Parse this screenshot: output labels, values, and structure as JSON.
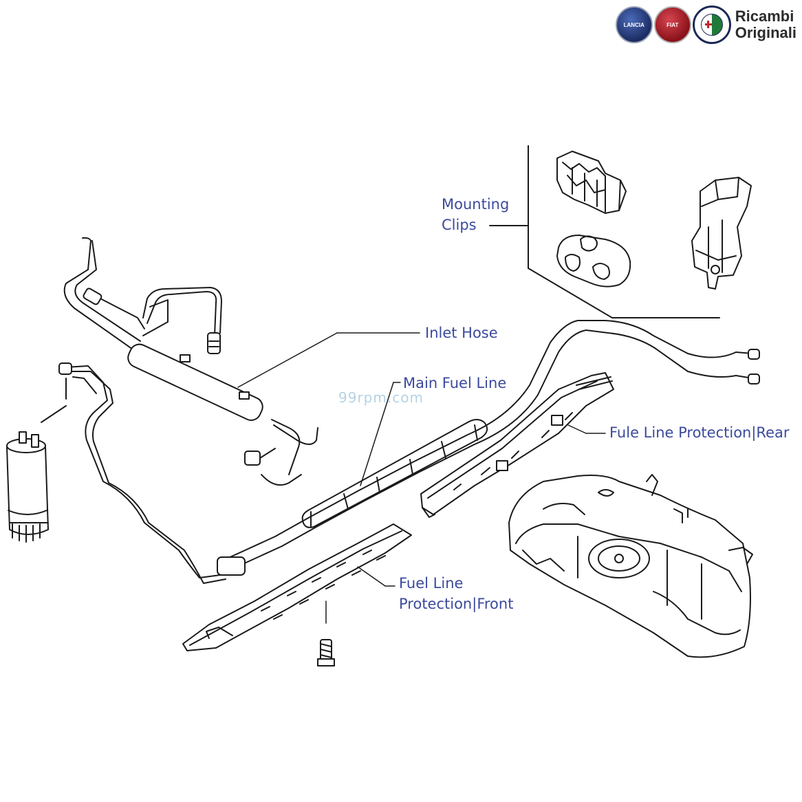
{
  "brand": {
    "line1": "Ricambi",
    "line2": "Originali",
    "badges": [
      {
        "name": "lancia",
        "text": "LANCIA",
        "color": "#1c2c63"
      },
      {
        "name": "fiat",
        "text": "FIAT",
        "color": "#8a1119"
      },
      {
        "name": "alfa-romeo",
        "text": "",
        "color": "#1c2a55"
      }
    ]
  },
  "watermark": "99rpm.com",
  "labels": {
    "mounting_clips_line1": "Mounting",
    "mounting_clips_line2": "Clips",
    "inlet_hose": "Inlet Hose",
    "main_fuel_line": "Main Fuel Line",
    "rear_protection": "Fule Line Protection|Rear",
    "front_protection_line1": "Fuel Line",
    "front_protection_line2": "Protection|Front"
  },
  "colors": {
    "label_text": "#3b4a9c",
    "line_art": "#1a1a1a"
  }
}
